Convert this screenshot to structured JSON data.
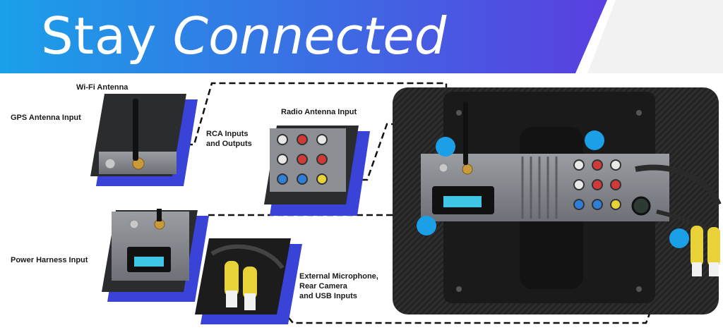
{
  "headline": {
    "word1": "Stay",
    "word2": "Connected"
  },
  "labels": {
    "wifi_antenna": "Wi-Fi Antenna",
    "gps_antenna": "GPS Antenna Input",
    "rca_line1": "RCA Inputs",
    "rca_line2": "and Outputs",
    "radio_antenna": "Radio Antenna Input",
    "power_harness": "Power Harness Input",
    "external_line1": "External Microphone,",
    "external_line2": "Rear Camera",
    "external_line3": "and USB Inputs"
  },
  "colors": {
    "banner_start": "#1aa0e8",
    "banner_end": "#5a3fe0",
    "accent_blue": "#3a43d8",
    "callout_dot": "#1b9fe6",
    "rca_red": "#d23a3a",
    "rca_white": "#e8e8e8",
    "rca_yellow": "#e8d23a",
    "rca_blue": "#2f7fd8",
    "connector_cyan": "#3fc6e6"
  }
}
